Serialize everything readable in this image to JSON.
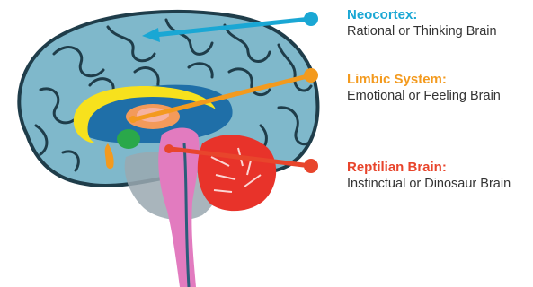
{
  "labels": {
    "neocortex": {
      "title": "Neocortex:",
      "description": "Rational or Thinking Brain",
      "color": "#1aa7d4"
    },
    "limbic": {
      "title": "Limbic System:",
      "description": "Emotional or Feeling Brain",
      "color": "#f39a1e"
    },
    "reptilian": {
      "title": "Reptilian Brain:",
      "description": "Instinctual or Dinosaur Brain",
      "color": "#e8452c"
    }
  },
  "colors": {
    "cortex_fill": "#7fb8cb",
    "cortex_fold": "#1f3d4a",
    "inner_blue": "#1f6fa8",
    "limbic_yellow": "#f7e11d",
    "amygdala_green": "#2aa84a",
    "brainstem_pink": "#e27bbf",
    "cerebellum_red": "#e8332a",
    "pons_gray": "#9aa8b0"
  }
}
